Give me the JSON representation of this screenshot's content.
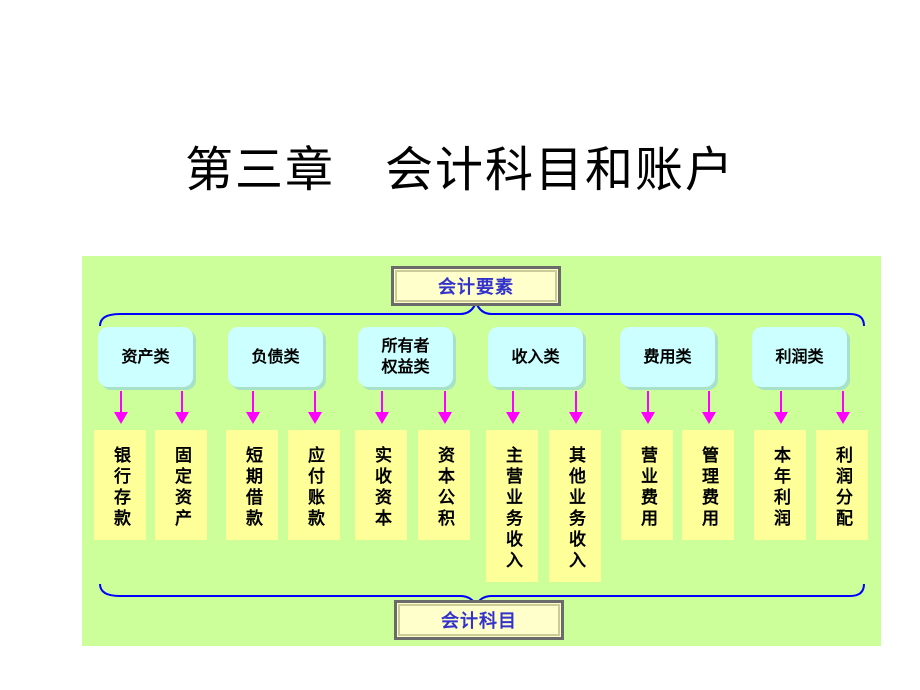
{
  "page_title": "第三章　会计科目和账户",
  "diagram": {
    "top_label": "会计要素",
    "bottom_label": "会计科目",
    "categories": [
      {
        "label": "资产类",
        "accounts": [
          "银行存款",
          "固定资产"
        ]
      },
      {
        "label": "负债类",
        "accounts": [
          "短期借款",
          "应付账款"
        ]
      },
      {
        "label": "所有者\n权益类",
        "accounts": [
          "实收资本",
          "资本公积"
        ]
      },
      {
        "label": "收入类",
        "accounts": [
          "主营业务收入",
          "其他业务收入"
        ]
      },
      {
        "label": "费用类",
        "accounts": [
          "营业费用",
          "管理费用"
        ]
      },
      {
        "label": "利润类",
        "accounts": [
          "本年利润",
          "利润分配"
        ]
      }
    ],
    "colors": {
      "panel": "#ccff99",
      "category_box": "#ccffff",
      "account_box": "#ffff99",
      "frame_text": "#3333cc",
      "arrow": "#ff00ff",
      "brace": "#0000ff"
    }
  }
}
